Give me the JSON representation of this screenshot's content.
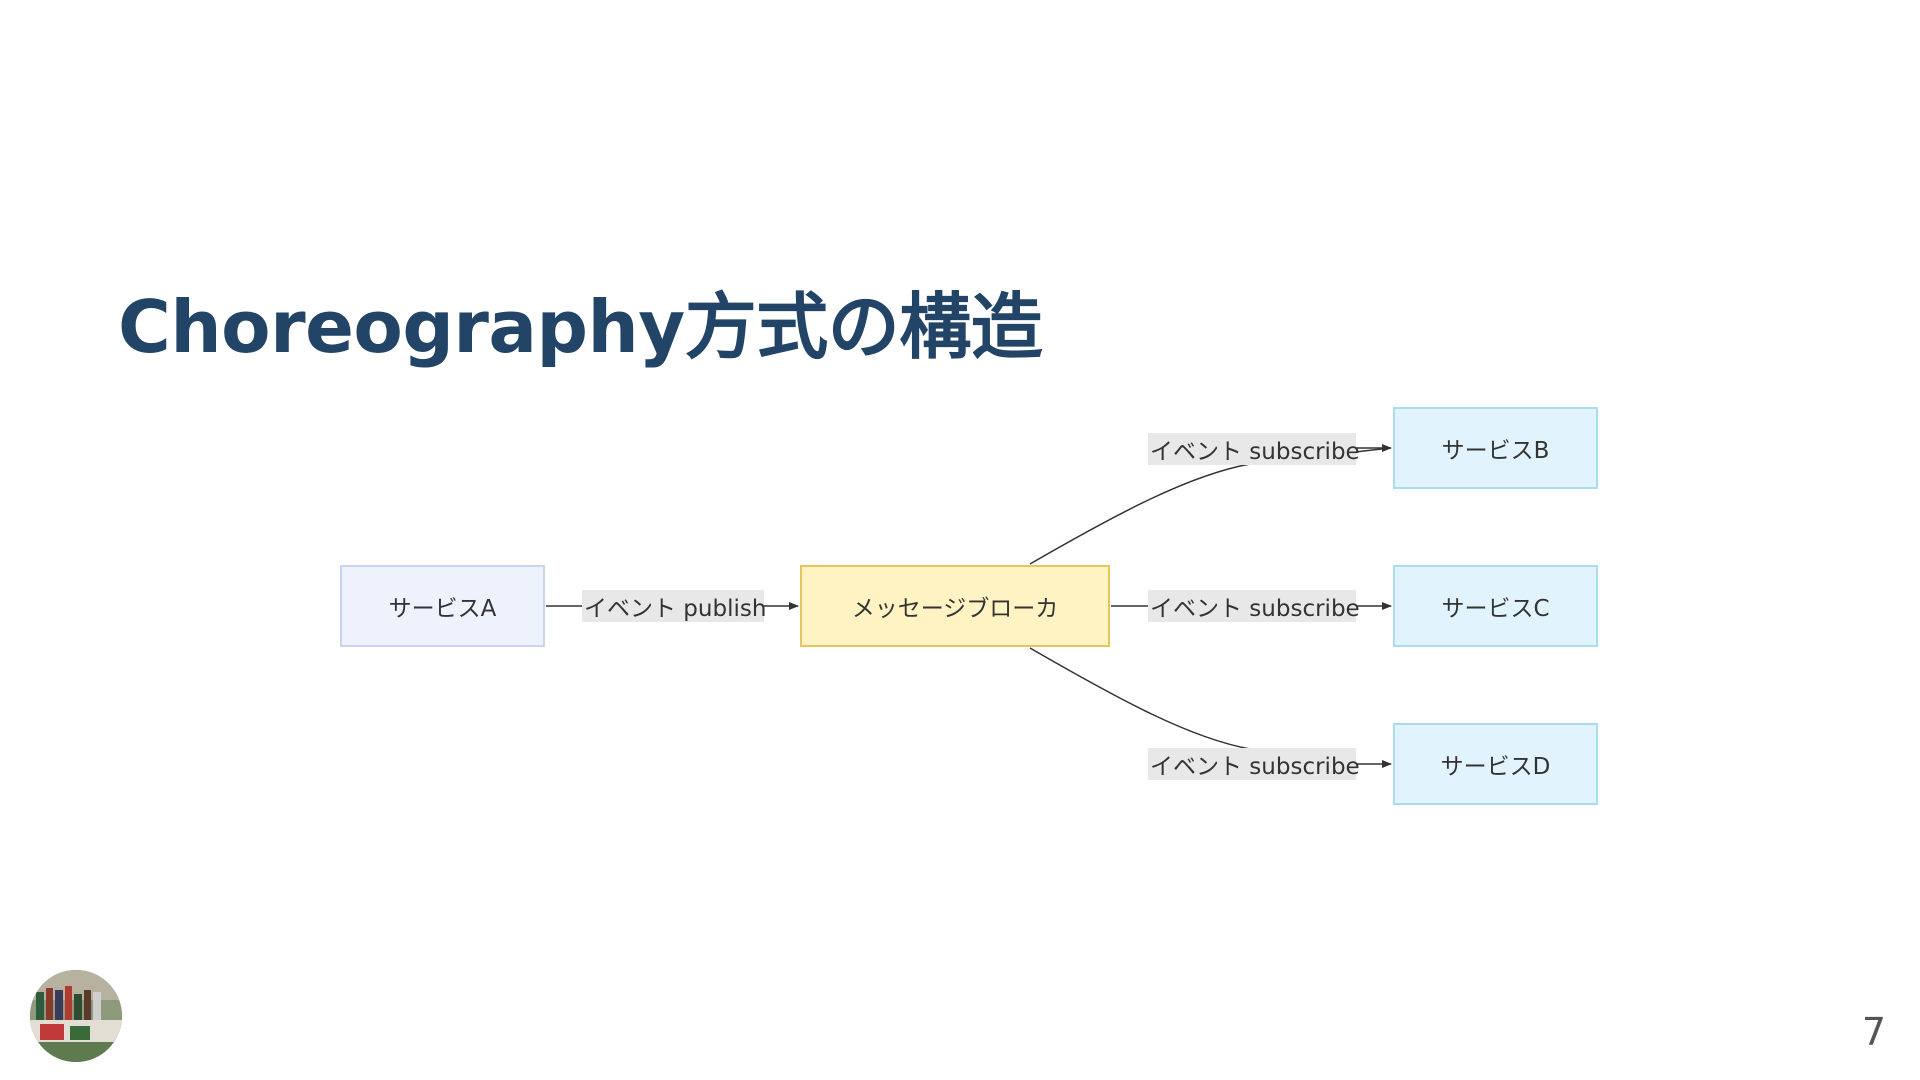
{
  "slide": {
    "title": "Choreography方式の構造",
    "page_number": "7"
  },
  "diagram": {
    "nodes": {
      "service_a": "サービスA",
      "broker": "メッセージブローカ",
      "service_b": "サービスB",
      "service_c": "サービスC",
      "service_d": "サービスD"
    },
    "edges": {
      "publish": "イベント publish",
      "subscribe_b": "イベント subscribe",
      "subscribe_c": "イベント subscribe",
      "subscribe_d": "イベント subscribe"
    }
  },
  "colors": {
    "title": "#224466",
    "service_a_fill": "#eef2fd",
    "broker_fill": "#fff3c4",
    "service_fill": "#e1f4fd",
    "edge_label_bg": "#e8e8e8"
  },
  "avatar": {
    "icon": "profile-photo"
  }
}
